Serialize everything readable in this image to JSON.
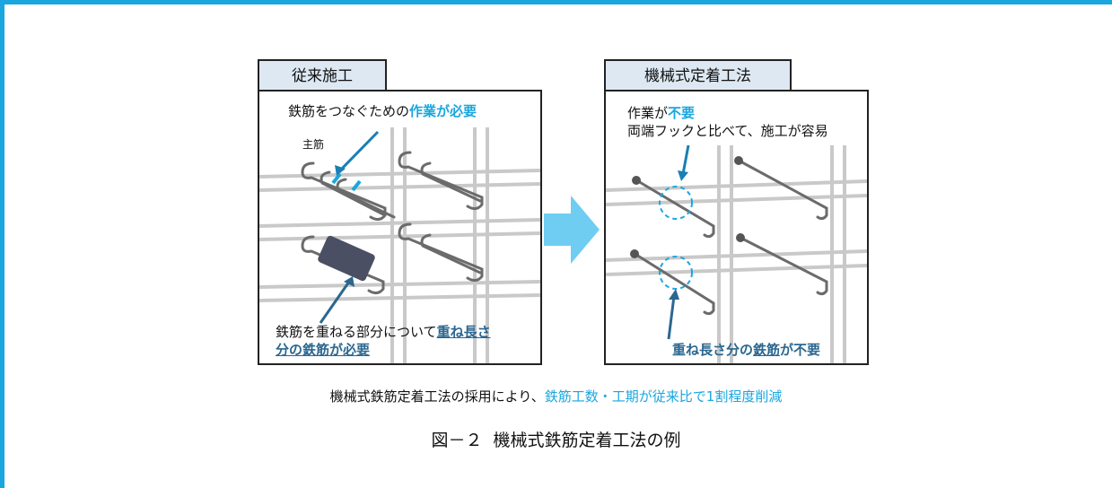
{
  "left_panel": {
    "tab": "従来施工",
    "top_note": {
      "prefix": "鉄筋をつなぐための",
      "emphasis": "作業が必要"
    },
    "main_bar_label": "主筋",
    "bottom_note": {
      "prefix": "鉄筋を重ねる部分について",
      "emphasis_line1": "重ね長さ",
      "emphasis_line2": "分の鉄筋が必要"
    }
  },
  "right_panel": {
    "tab": "機械式定着工法",
    "top_note": {
      "prefix": "作業が",
      "emphasis": "不要",
      "line2": "両端フックと比べて、施工が容易"
    },
    "bottom_note": {
      "prefix": "重ね長さ分の",
      "mid": "鉄筋",
      "suffix": "が不要"
    }
  },
  "summary": {
    "plain": "機械式鉄筋定着工法の採用により、",
    "highlight": "鉄筋工数・工期が従来比で1割程度削減"
  },
  "caption": {
    "number": "図－２",
    "title": "機械式鉄筋定着工法の例"
  },
  "colors": {
    "accent": "#1aa6de",
    "navy": "#2b6790",
    "tab_bg": "#dde8f3"
  }
}
